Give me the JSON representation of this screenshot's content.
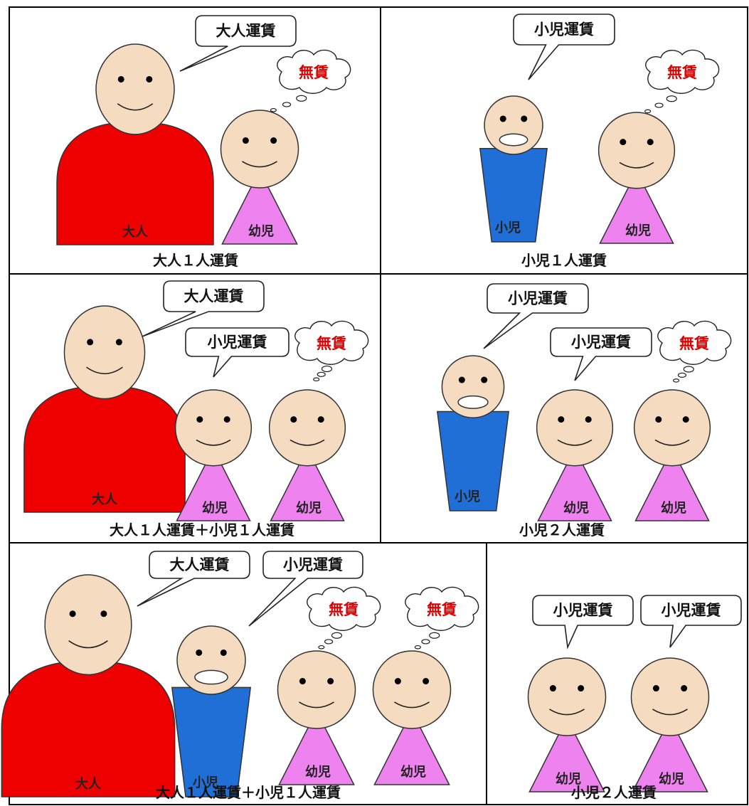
{
  "header": {
    "title_fragment": "",
    "color": "#0a9a2a"
  },
  "colors": {
    "skin": "#f5dcc0",
    "adult_body": "#ee0000",
    "child_body": "#1f6fd6",
    "infant_body": "#ee82ee",
    "outline": "#333333",
    "free_text": "#dd0000",
    "grid": "#000000"
  },
  "labels": {
    "adult": "大人",
    "child": "小児",
    "infant": "幼児"
  },
  "speech": {
    "adult_fare": "大人運賃",
    "child_fare": "小児運賃"
  },
  "thought": {
    "free": "無賃"
  },
  "panels": [
    {
      "id": "p1",
      "fare": "大人１人運賃"
    },
    {
      "id": "p2",
      "fare": "小児１人運賃"
    },
    {
      "id": "p3",
      "fare": "大人１人運賃＋小児１人運賃"
    },
    {
      "id": "p4",
      "fare": "小児２人運賃"
    },
    {
      "id": "p5",
      "fare": "大人１人運賃＋小児１人運賃"
    },
    {
      "id": "p6",
      "fare": "小児２人運賃"
    }
  ]
}
